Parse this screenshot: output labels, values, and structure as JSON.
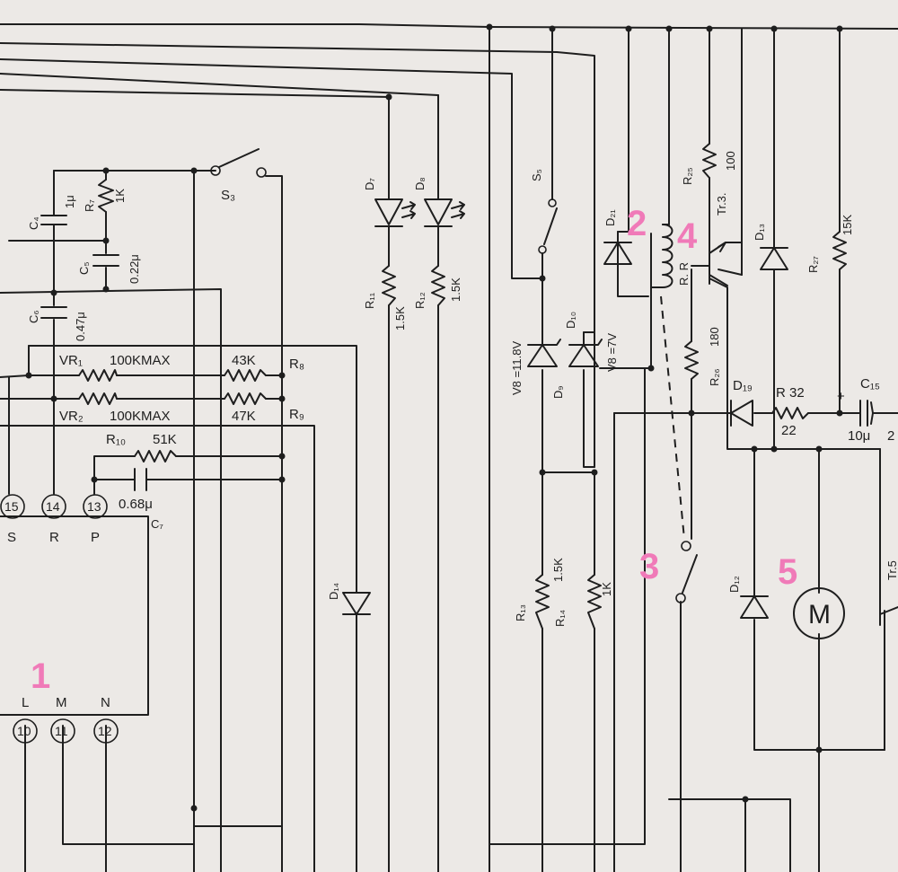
{
  "colors": {
    "paper": "#ece9e6",
    "ink": "#1e1e1e",
    "annotation": "#f07ab8"
  },
  "annotations": [
    "1",
    "2",
    "3",
    "4",
    "5"
  ],
  "ic": {
    "top_pins": [
      {
        "number": "15",
        "letter": "S"
      },
      {
        "number": "14",
        "letter": "R"
      },
      {
        "number": "13",
        "letter": "P"
      }
    ],
    "bottom_pins": [
      {
        "number": "10",
        "letter": "L"
      },
      {
        "number": "11",
        "letter": "M"
      },
      {
        "number": "12",
        "letter": "N"
      }
    ],
    "c7_label": "C₇"
  },
  "labels": {
    "c4": "C₄",
    "c4_value": "1μ",
    "r7": "R₇",
    "r7_value": "1K",
    "c5": "C₅",
    "c5_value": "0.22μ",
    "c6": "C₆",
    "c6_value": "0.47μ",
    "vr1": "VR₁",
    "vr1_value": "100KMAX",
    "vr2": "VR₂",
    "vr2_value": "100KMAX",
    "r8": "R₈",
    "r8_value": "43K",
    "r9": "R₉",
    "r9_value": "47K",
    "r10": "R₁₀",
    "r10_value": "51K",
    "c_068": "0.68μ",
    "s3": "S₃",
    "d14": "D₁₄",
    "d7": "D₇",
    "d8": "D₈",
    "r11": "R₁₁",
    "r11_value": "1.5K",
    "r12": "R₁₂",
    "r12_value": "1.5K",
    "s5": "S₅",
    "v8_d9": "V8 =11.8V",
    "d9": "D₉",
    "d10": "D₁₀",
    "v8_d10": "V8 =7V",
    "r13": "R₁₃",
    "r13_value": "1.5K",
    "r14": "R₁₄",
    "r14_value": "1K",
    "d21": "D₂₁",
    "relay": "R. R",
    "r25": "R₂₅",
    "r25_value": "100",
    "tr3": "Tr.3.",
    "r26": "R₂₆",
    "r26_value": "180",
    "d13": "D₁₃",
    "r27": "R₂₇",
    "r27_value": "15K",
    "d19": "D₁₉",
    "r32": "R 32",
    "r32_value": "22",
    "plus": "+",
    "c15": "C₁₅",
    "c15_value": "10μ",
    "c15_extra": "2",
    "d12": "D₁₂",
    "motor": "M",
    "tr5": "Tr.5"
  }
}
